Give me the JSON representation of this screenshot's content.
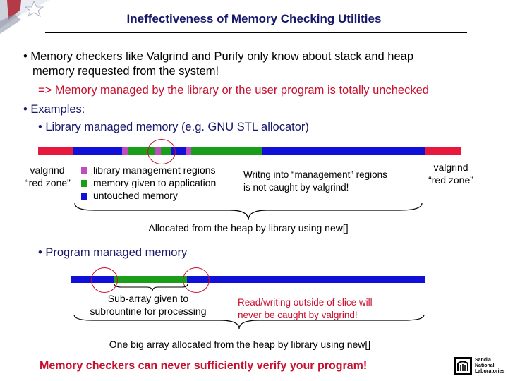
{
  "title": "Ineffectiveness of Memory Checking Utilities",
  "bullets": {
    "b1_line1": "• Memory checkers like Valgrind and Purify only know about stack and heap",
    "b1_line2": "memory requested from the system!",
    "b1_sub": "=> Memory managed by the library or the user program is totally unchecked",
    "b2": "• Examples:",
    "b2_sub1": "•  Library managed memory (e.g. GNU STL allocator)",
    "b2_sub2": "•  Program managed memory"
  },
  "diagram1": {
    "left_label_line1": "valgrind",
    "left_label_line2": "“red zone”",
    "right_label_line1": "valgrind",
    "right_label_line2": "“red zone”",
    "legend": [
      {
        "label": "library management regions",
        "color": "#c04dbf"
      },
      {
        "label": "memory given to application",
        "color": "#1a9e1a"
      },
      {
        "label": "untouched memory",
        "color": "#1010d8"
      }
    ],
    "note_line1": "Writng into “management” regions",
    "note_line2": "is not caught by valgrind!",
    "brace_label": "Allocated from the heap by library using new[]"
  },
  "diagram2": {
    "slice_label_line1": "Sub-array given to",
    "slice_label_line2": "subrountine for processing",
    "note_line1": "Read/writing outside of slice will",
    "note_line2": "never be caught by valgrind!",
    "brace_label": "One big array allocated from the heap by library using new[]"
  },
  "conclusion": "Memory checkers can never sufficiently verify your program!",
  "logo": {
    "line1": "Sandia",
    "line2": "National",
    "line3": "Laboratories"
  },
  "colors": {
    "title": "#17176b",
    "red_zone": "#e8183c",
    "library_region": "#c04dbf",
    "app_memory": "#1a9e1a",
    "untouched": "#1010d8",
    "emphasis": "#c8102e"
  }
}
